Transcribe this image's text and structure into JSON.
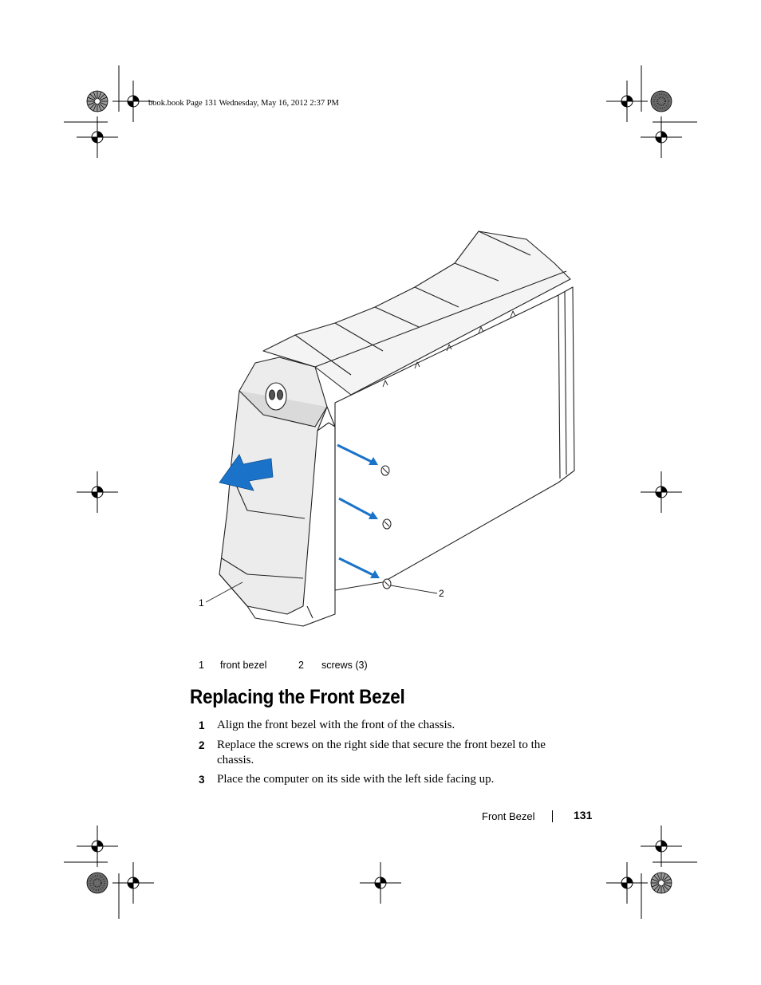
{
  "print_slug": "book.book  Page 131  Wednesday, May 16, 2012  2:37 PM",
  "figure": {
    "callout_1": "1",
    "callout_2": "2",
    "legend": [
      {
        "number": "1",
        "label": "front bezel"
      },
      {
        "number": "2",
        "label": "screws (3)"
      }
    ]
  },
  "section": {
    "heading": "Replacing the Front Bezel",
    "steps": [
      {
        "number": "1",
        "text": "Align the front bezel with the front of the chassis."
      },
      {
        "number": "2",
        "text": "Replace the screws on the right side that secure the front bezel to the chassis."
      },
      {
        "number": "3",
        "text": "Place the computer on its side with the left side facing up."
      }
    ]
  },
  "footer": {
    "section_name": "Front Bezel",
    "page_number": "131"
  },
  "colors": {
    "arrow_blue": "#1a73c9",
    "line_art": "#222222"
  },
  "icons": [
    "registration-crosshair-icon",
    "color-target-icon",
    "removal-arrow-icon",
    "screw-icon"
  ]
}
